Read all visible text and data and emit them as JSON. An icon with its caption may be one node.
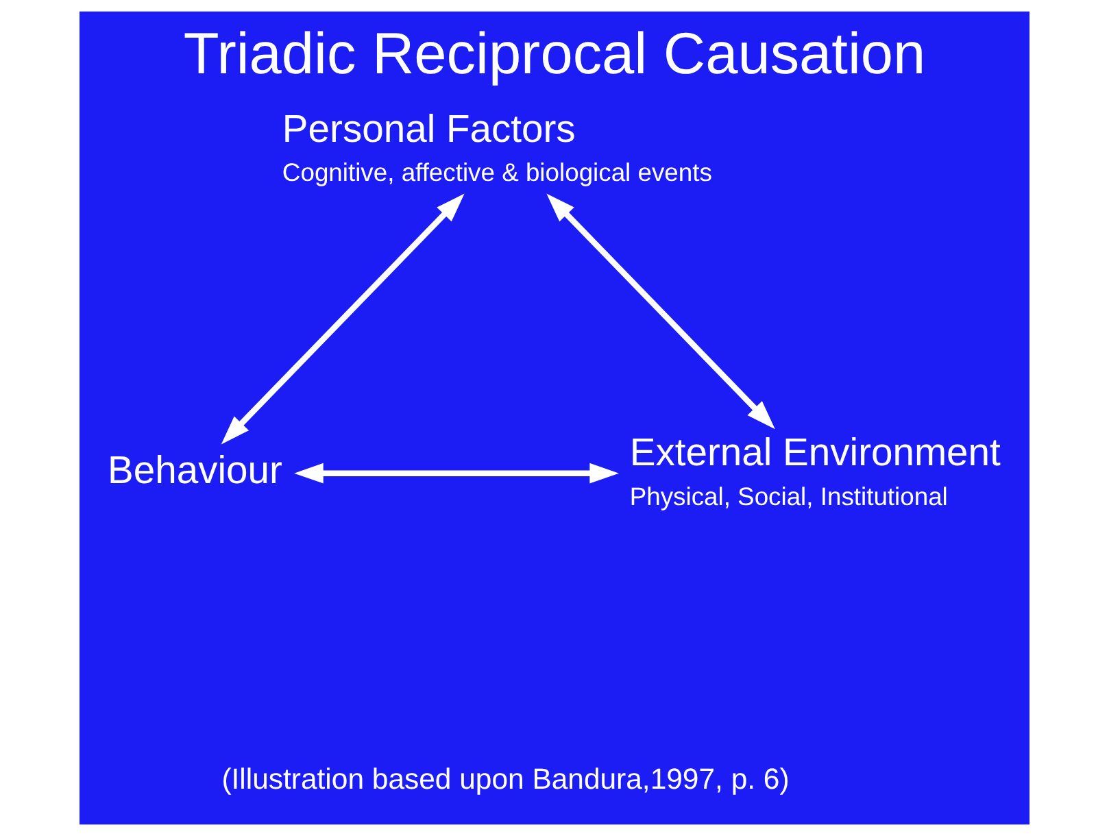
{
  "diagram": {
    "title": "Triadic Reciprocal Causation",
    "caption": "(Illustration based upon Bandura,1997, p. 6)",
    "nodes": [
      {
        "text": [
          "Personal Factors",
          "Cognitive, affective & biological events"
        ]
      },
      {
        "text": [
          "Behaviour"
        ]
      },
      {
        "text": [
          "External Environment",
          "Physical, Social, Institutional"
        ]
      }
    ],
    "edges": [
      {
        "from": 0,
        "to": 1,
        "arrow": "both"
      },
      {
        "from": 0,
        "to": 2,
        "arrow": "both"
      },
      {
        "from": 1,
        "to": 2,
        "arrow": "both"
      }
    ]
  }
}
